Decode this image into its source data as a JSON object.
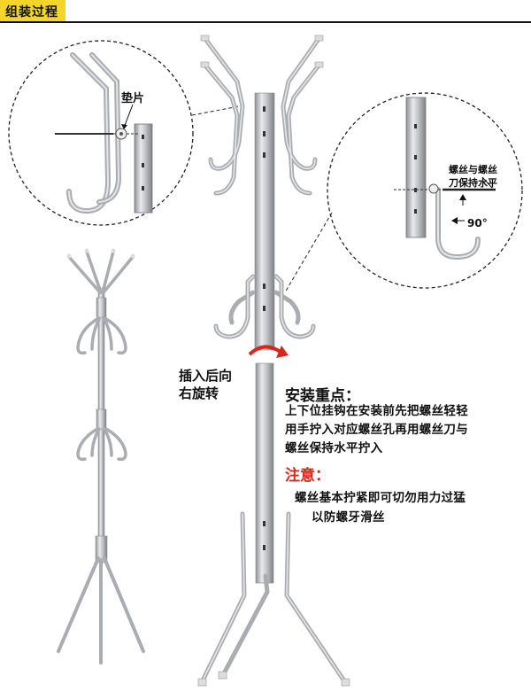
{
  "header": {
    "title": "组装过程",
    "accent": "#f3d52a"
  },
  "callouts": {
    "washer": "垫片",
    "screw_line1": "螺丝与螺丝",
    "screw_line2": "刀保持水平",
    "angle": "90°"
  },
  "rotation_note": {
    "line1": "插入后向",
    "line2": "右旋转",
    "arrow_color": "#d9261c"
  },
  "key_points": {
    "title": "安装重点：",
    "lines": [
      "上下位挂钩在安装前先把螺丝轻轻",
      "用手拧入对应螺丝孔再用螺丝刀与",
      "螺丝保持水平拧入"
    ]
  },
  "caution": {
    "title": "注意：",
    "color": "#d9261c",
    "lines": [
      "螺丝基本拧紧即可切勿用力过猛",
      "以防螺牙滑丝"
    ]
  }
}
